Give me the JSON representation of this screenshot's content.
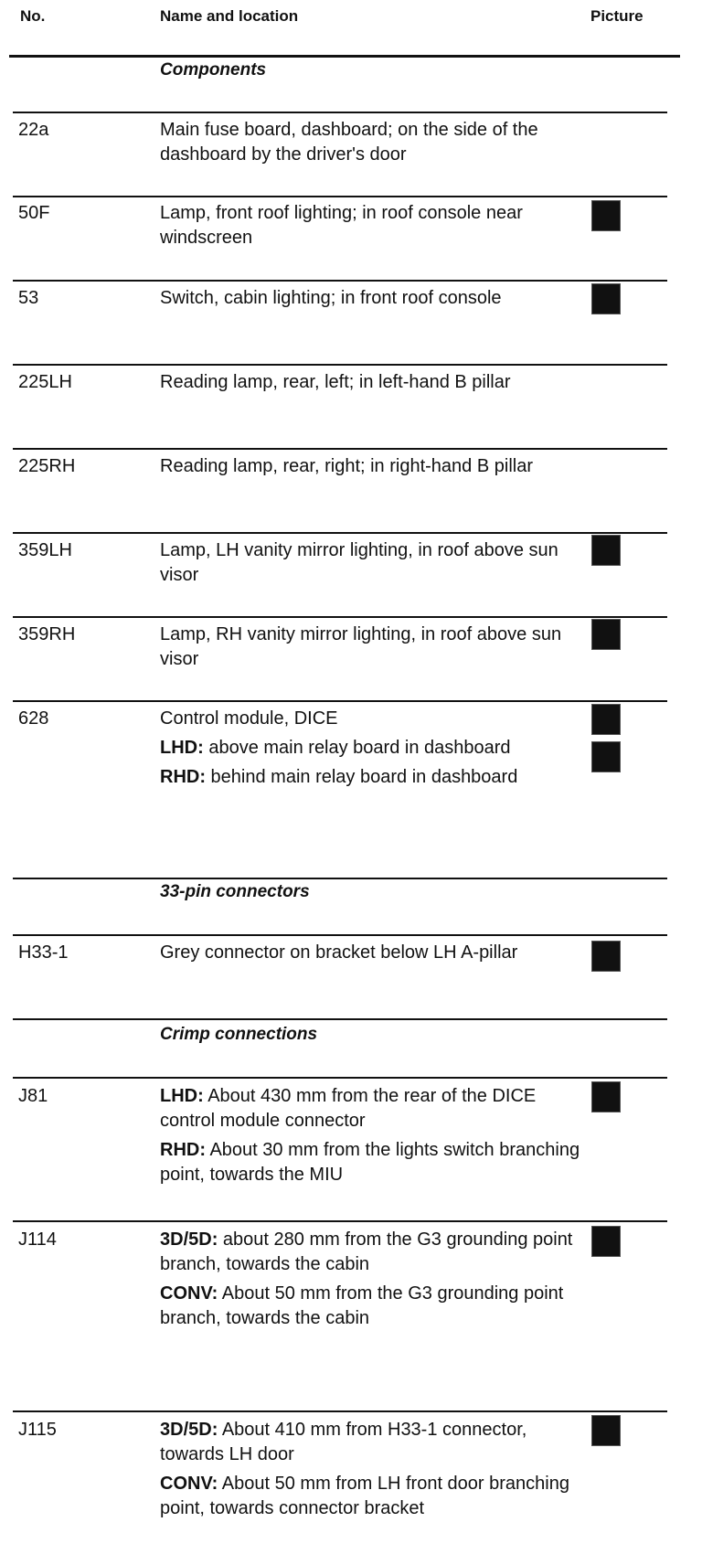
{
  "header": {
    "no": "No.",
    "name": "Name and location",
    "picture": "Picture"
  },
  "sections": {
    "components": "Components",
    "connectors": "33-pin connectors",
    "crimp": "Crimp connections"
  },
  "rows": [
    {
      "no": "22a",
      "lines": [
        "Main fuse board, dashboard; on the side of the dashboard by the driver's door"
      ]
    },
    {
      "no": "50F",
      "lines": [
        "Lamp, front roof lighting; in roof console near windscreen"
      ]
    },
    {
      "no": "53",
      "lines": [
        "Switch, cabin lighting; in front roof console"
      ]
    },
    {
      "no": "225LH",
      "lines": [
        "Reading lamp, rear, left; in left-hand B pillar"
      ]
    },
    {
      "no": "225RH",
      "lines": [
        "Reading lamp, rear, right; in right-hand B pillar"
      ]
    },
    {
      "no": "359LH",
      "lines": [
        "Lamp, LH vanity mirror lighting, in roof above sun visor"
      ]
    },
    {
      "no": "359RH",
      "lines": [
        "Lamp, RH vanity mirror lighting, in roof above sun visor"
      ]
    },
    {
      "no": "628",
      "lines": [
        "Control module, DICE",
        {
          "bold": "LHD:",
          "text": " above main relay board in dashboard"
        },
        {
          "bold": "RHD:",
          "text": " behind main relay board in dashboard"
        }
      ]
    },
    {
      "no": "H33-1",
      "lines": [
        "Grey connector on bracket below LH A-pillar"
      ]
    },
    {
      "no": "J81",
      "lines": [
        {
          "bold": "LHD:",
          "text": " About 430 mm from the rear of the DICE control module connector"
        },
        {
          "bold": "RHD:",
          "text": " About 30 mm from the lights switch branching point, towards the MIU"
        }
      ]
    },
    {
      "no": "J114",
      "lines": [
        {
          "bold": "3D/5D:",
          "text": " about 280 mm from the G3 grounding point branch, towards the cabin"
        },
        {
          "bold": "CONV:",
          "text": " About 50 mm from the G3 grounding point branch, towards the cabin"
        }
      ]
    },
    {
      "no": "J115",
      "lines": [
        {
          "bold": "3D/5D:",
          "text": " About 410 mm from H33-1 connector, towards LH door"
        },
        {
          "bold": "CONV:",
          "text": " About 50 mm from LH front door branching point, towards connector bracket"
        }
      ]
    }
  ]
}
